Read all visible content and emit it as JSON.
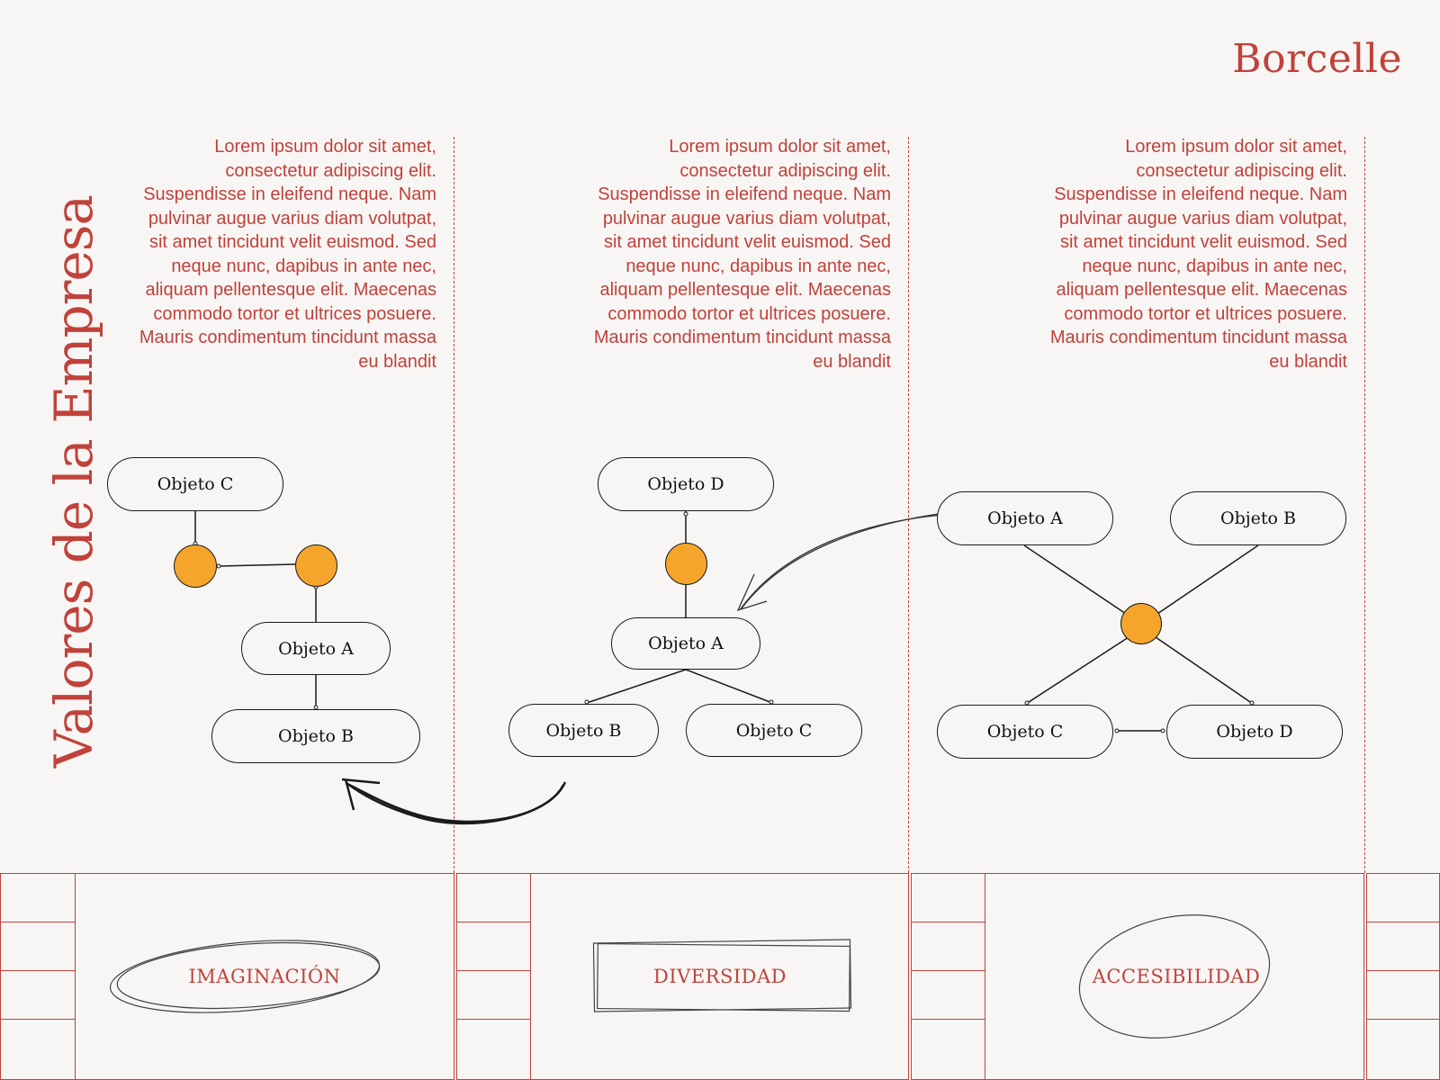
{
  "header": {
    "brand": "Borcelle",
    "title": "Valores de la Empresa"
  },
  "columns": [
    {
      "text": "Lorem ipsum dolor sit amet, consectetur adipiscing elit. Suspendisse in eleifend neque. Nam pulvinar augue varius diam volutpat, sit amet tincidunt velit euismod. Sed neque nunc, dapibus in ante nec, aliquam pellentesque elit. Maecenas commodo tortor et ultrices posuere. Mauris condimentum tincidunt massa eu blandit",
      "diagram": {
        "nodes": [
          "Objeto C",
          "Objeto A",
          "Objeto B"
        ]
      },
      "value": "IMAGINACIÓN"
    },
    {
      "text": "Lorem ipsum dolor sit amet, consectetur adipiscing elit. Suspendisse in eleifend neque. Nam pulvinar augue varius diam volutpat, sit amet tincidunt velit euismod. Sed neque nunc, dapibus in ante nec, aliquam pellentesque elit. Maecenas commodo tortor et ultrices posuere. Mauris condimentum tincidunt massa eu blandit",
      "diagram": {
        "nodes": [
          "Objeto D",
          "Objeto A",
          "Objeto B",
          "Objeto C"
        ]
      },
      "value": "DIVERSIDAD"
    },
    {
      "text": "Lorem ipsum dolor sit amet, consectetur adipiscing elit. Suspendisse in eleifend neque. Nam pulvinar augue varius diam volutpat, sit amet tincidunt velit euismod. Sed neque nunc, dapibus in ante nec, aliquam pellentesque elit. Maecenas commodo tortor et ultrices posuere. Mauris condimentum tincidunt massa eu blandit",
      "diagram": {
        "nodes": [
          "Objeto A",
          "Objeto B",
          "Objeto C",
          "Objeto D"
        ]
      },
      "value": "ACCESIBILIDAD"
    }
  ],
  "colors": {
    "accent": "#c0423b",
    "node_dot": "#f6a52c",
    "background": "#f7f6f4"
  }
}
